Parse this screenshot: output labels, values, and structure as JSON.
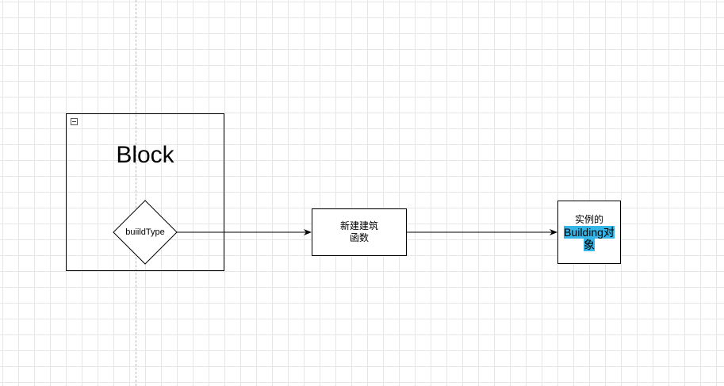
{
  "diagram": {
    "container": {
      "title": "Block"
    },
    "decision": {
      "label": "buiildType"
    },
    "process": {
      "line1": "新建建筑",
      "line2": "函数"
    },
    "result": {
      "line1": "实例的",
      "highlight_line2a": "Building对",
      "highlight_line2b": "象"
    },
    "colors": {
      "highlight": "#35b5e8",
      "grid": "#e6e6e6",
      "stroke": "#000000"
    }
  }
}
